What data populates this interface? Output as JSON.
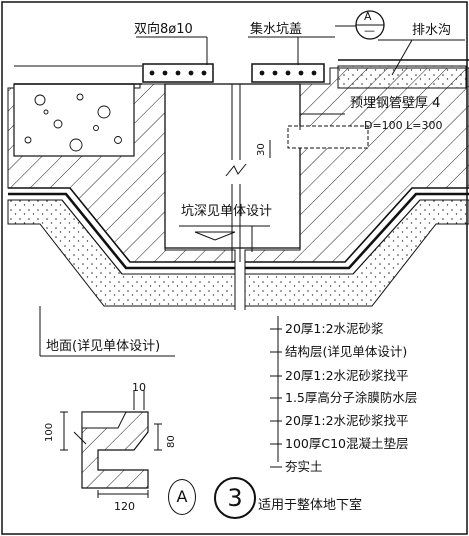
{
  "labels": {
    "rebar": "双向8ø10",
    "cover": "集水坑盖",
    "drain": "排水沟",
    "pipe": "预埋钢管壁厚 4",
    "pipe_dim": "D=100 L=300",
    "pit_depth": "坑深见单体设计",
    "ground": "地面(详见单体设计)",
    "dim_30": "30",
    "callout_top": "A",
    "callout_bottom": "—"
  },
  "layers": [
    "20厚1:2水泥砂浆",
    "结构层(详见单体设计)",
    "20厚1:2水泥砂浆找平",
    "1.5厚高分子涂膜防水层",
    "20厚1:2水泥砂浆找平",
    "100厚C10混凝土垫层",
    "夯实土"
  ],
  "detail": {
    "dim_10": "10",
    "dim_100": "100",
    "dim_80": "80",
    "dim_120": "120",
    "index_letter": "A",
    "index_number": "3",
    "note": "适用于整体地下室"
  },
  "colors": {
    "ink": "#111111",
    "paper": "#ffffff"
  }
}
